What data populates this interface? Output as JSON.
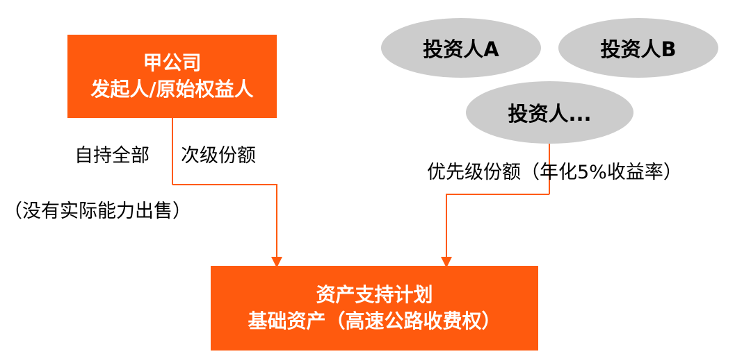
{
  "originator": {
    "line1": "甲公司",
    "line2": "发起人/原始权益人"
  },
  "plan": {
    "line1": "资产支持计划",
    "line2": "基础资产（高速公路收费权）"
  },
  "investors": [
    {
      "label": "投资人A"
    },
    {
      "label": "投资人B"
    },
    {
      "label": "投资人..."
    }
  ],
  "labels": {
    "hold_all": "自持全部",
    "subordinate": "次级份额",
    "note": "（没有实际能力出售）",
    "senior": "优先级份额（年化5%收益率）"
  },
  "colors": {
    "accent": "#FF5A0E",
    "oval": "#CCCCCC",
    "text": "#000000"
  }
}
